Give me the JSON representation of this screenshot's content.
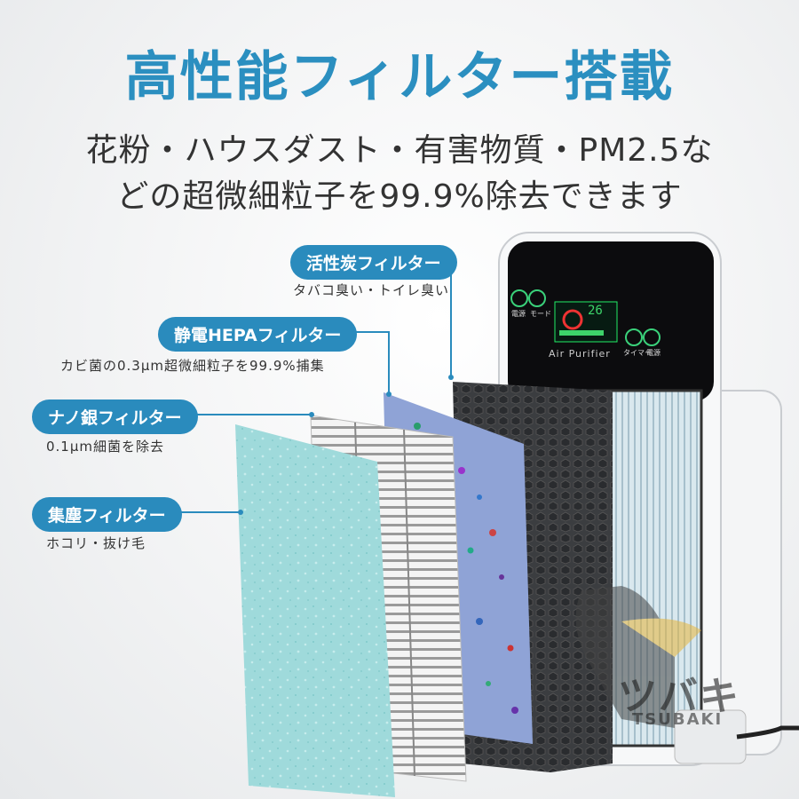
{
  "headline": {
    "title": "高性能フィルター搭載",
    "line1": "花粉・ハウスダスト・有害物質・PM2.5な",
    "line2": "どの超微細粒子を99.9%除去できます"
  },
  "filters": [
    {
      "name": "活性炭フィルター",
      "desc": "タバコ臭い・トイレ臭い"
    },
    {
      "name": "静電HEPAフィルター",
      "desc": "カビ菌の0.3μm超微細粒子を99.9%捕集"
    },
    {
      "name": "ナノ銀フィルター",
      "desc": "0.1μm細菌を除去"
    },
    {
      "name": "集塵フィルター",
      "desc": "ホコリ・抜け毛"
    }
  ],
  "device": {
    "brand_text": "Air Purifier",
    "btn_power": "電源",
    "btn_mode": "モード",
    "btn_timer": "タイマー",
    "btn_power_right": "電源",
    "display_value": "26"
  },
  "watermark": {
    "jp": "ツバキ",
    "en": "TSUBAKI"
  },
  "colors": {
    "accent": "#2a8bbd",
    "title": "#2b8fc0",
    "pill": "#2a8bbd"
  }
}
